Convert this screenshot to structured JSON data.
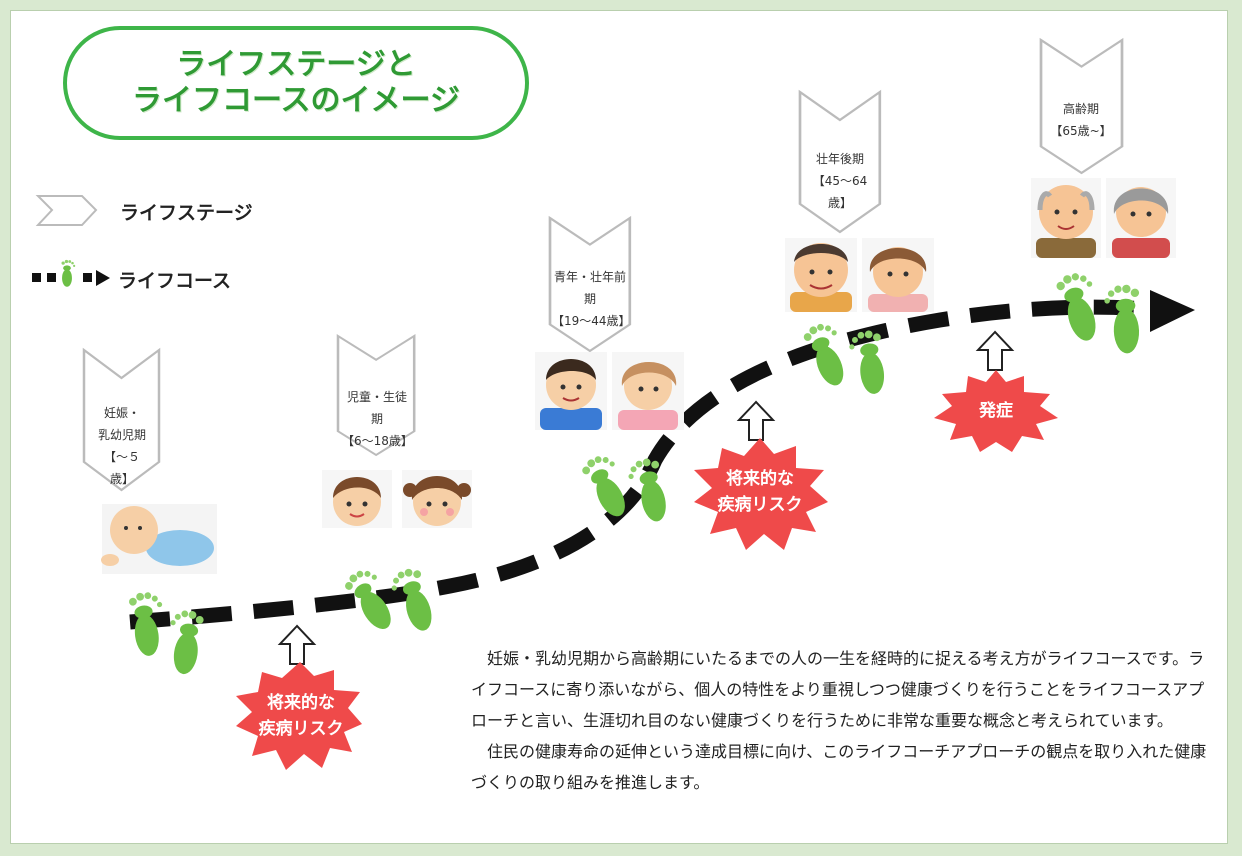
{
  "title": {
    "line1": "ライフステージと",
    "line2": "ライフコースのイメージ"
  },
  "legend": {
    "stage_label": "ライフステージ",
    "course_label": "ライフコース"
  },
  "stages": [
    {
      "id": "pregnancy-infancy",
      "lines": [
        "妊娠・",
        "乳幼児期",
        "【～５歳】"
      ]
    },
    {
      "id": "child-student",
      "lines": [
        "児童・生徒期",
        "【6～18歳】"
      ]
    },
    {
      "id": "youth-early-adult",
      "lines": [
        "青年・壮年前期",
        "【19～44歳】"
      ]
    },
    {
      "id": "late-adult",
      "lines": [
        "壮年後期",
        "【45～64歳】"
      ]
    },
    {
      "id": "elderly",
      "lines": [
        "高齢期",
        "【65歳~】"
      ]
    }
  ],
  "risk_markers": [
    {
      "id": "risk-childhood",
      "lines": [
        "将来的な",
        "疾病リスク"
      ]
    },
    {
      "id": "risk-youth",
      "lines": [
        "将来的な",
        "疾病リスク"
      ]
    },
    {
      "id": "onset",
      "lines": [
        "発症"
      ]
    }
  ],
  "description": {
    "paragraph1": "妊娠・乳幼児期から高齢期にいたるまでの人の一生を経時的に捉える考え方がライフコースです。ライフコースに寄り添いながら、個人の特性をより重視しつつ健康づくりを行うことをライフコースアプローチと言い、生涯切れ目のない健康づくりを行うために非常な重要な概念と考えられています。",
    "paragraph2": "住民の健康寿命の延伸という達成目標に向け、このライフコーチアプローチの観点を取り入れた健康づくりの取り組みを推進します。"
  },
  "colors": {
    "title_green": "#2f9a34",
    "frame_green": "#3eb549",
    "footprint_green": "#6cbf45",
    "burst_red": "#ef4a4a",
    "path_black": "#111111",
    "chevron_border": "#bbbbbb"
  },
  "icons": [
    "footprint-icon",
    "chevron-icon",
    "burst-icon",
    "up-arrow-icon",
    "baby-figure",
    "child-figure",
    "adult-figure",
    "elderly-figure"
  ]
}
